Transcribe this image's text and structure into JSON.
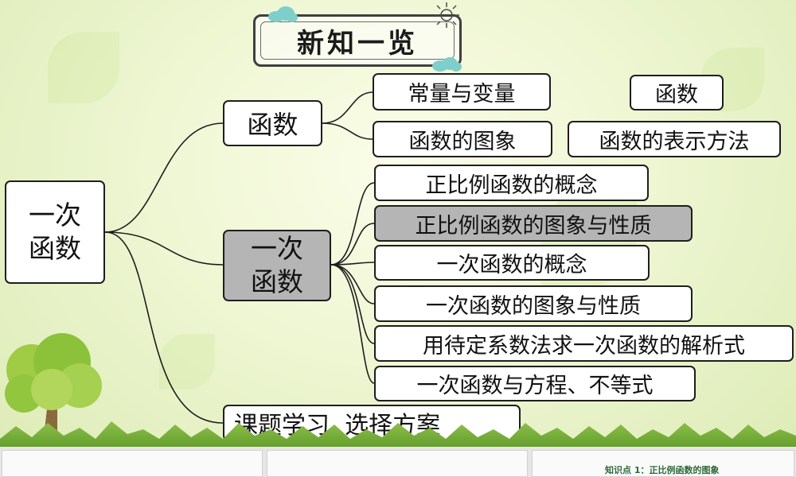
{
  "title": "新知一览",
  "root": {
    "line1": "一次",
    "line2": "函数"
  },
  "branch_hanshu": {
    "label": "函数",
    "children": [
      "常量与变量",
      "函数的图象"
    ],
    "extra": [
      "函数",
      "函数的表示方法"
    ]
  },
  "branch_yici": {
    "line1": "一次",
    "line2": "函数",
    "children": [
      "正比例函数的概念",
      "正比例函数的图象与性质",
      "一次函数的概念",
      "一次函数的图象与性质",
      "用待定系数法求一次函数的解析式",
      "一次函数与方程、不等式"
    ]
  },
  "branch_topic": {
    "label": "课题学习  选择方案"
  },
  "thumbnail_caption": "知识点 1：正比例函数的图象",
  "colors": {
    "highlight": "#b5b5b5",
    "border": "#1e1e1e"
  }
}
